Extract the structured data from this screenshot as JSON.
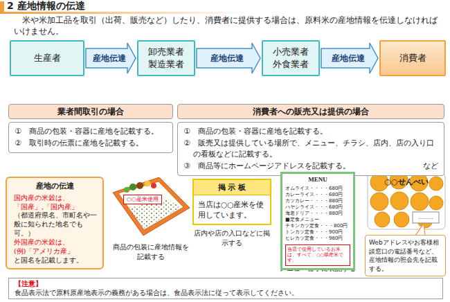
{
  "diagram": {
    "title": "2 産地情報の伝達",
    "nodes": [
      {
        "text": [
          "生産者"
        ]
      },
      {
        "text": [
          "卸売業者 製造業者"
        ]
      },
      {
        "text": [
          "小売業者 外食業者"
        ]
      },
      {
        "text": [
          "消費者"
        ]
      },
      {
        "text": [
          "業者間取引の場合",
          "①　商品の包装・容器に産地を記載する。",
          "②　取引時の伝票に産地を記載する。"
        ]
      },
      {
        "text": [
          "消費者への販売又は提供の場合",
          "①　商品の包装・容器に産地を記載する。",
          "②　販売又は提供している場所で、メニュー、チラシ、店内、店の入り口の看板などに記載する。",
          "③　商品等にホームページアドレスを記載する。",
          "など"
        ]
      },
      {
        "text": [
          "産地の伝達",
          "国内産の米穀は、",
          "「国産」,「国内産」",
          "（都道府県名、市町名や一般に知られた地名でも可。）",
          "外国産の米穀は、",
          "(例)「アメリカ産」",
          "と国名を記載します。"
        ]
      },
      {
        "text": [
          "掲 示 板",
          "当店は○○産米を使用しています。"
        ]
      },
      {
        "text": [
          "MENU",
          "オムライス・・・・680円",
          "カレーライス・・・680円",
          "カツカレー・・・・880円",
          "ハヤシライス・・・680円",
          "海老ドリア・・・・880円",
          "■定食メニュー",
          "チキンカツ定食・・・800円",
          "トンカツ定食・・・900円",
          "ヒレカツ定食・・・980円"
        ]
      },
      {
        "text": [
          "当店で使用しているお米は、すべて、○○県産米です。"
        ],
        "in": 8
      },
      {
        "text": [
          "Webアドレスやお客様相談窓口の電話番号など、産地情報の照会先を記載する。"
        ]
      },
      {
        "text": [
          "【注意】",
          "食品表示法で原料原産地表示の義務がある場合は、食品表示法に従って表示してください。"
        ]
      }
    ],
    "edges": [
      {
        "from": 0,
        "to": 1,
        "label": "産地伝達",
        "arrow": "to"
      },
      {
        "from": 1,
        "to": 2,
        "label": "産地伝達",
        "arrow": "to"
      },
      {
        "from": 2,
        "to": 3,
        "label": "産地伝達",
        "arrow": "to"
      }
    ],
    "labels": [
      "米や米加工品を取引（出荷、販売など）したり、消費者に提供する場合は、原料米の産地情報を伝達しなければいけません。",
      "○○産米使用",
      "商品の包装に産地情報を記載する",
      "店内や店の入口などに掲示する",
      "メニュー冊子に表記する",
      "○○せんべい",
      "………"
    ]
  }
}
